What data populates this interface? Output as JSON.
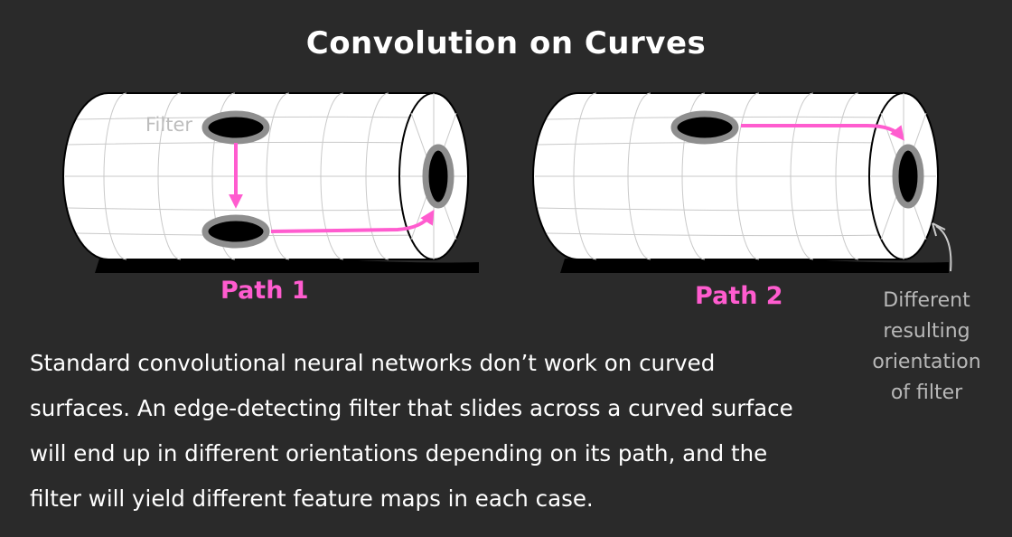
{
  "title": "Convolution on Curves",
  "filter_label": "Filter",
  "path1_label": "Path 1",
  "path2_label": "Path 2",
  "note_lines": [
    "Different",
    "resulting",
    "orientation",
    "of filter"
  ],
  "body_lines": [
    "Standard convolutional neural networks don’t work on curved",
    "surfaces. An edge-detecting filter that slides across a curved surface",
    "will end up in different orientations depending on its path, and the",
    "filter will yield different feature maps in each case."
  ],
  "colors": {
    "background": "#2a2a2a",
    "path": "#ff5ccf",
    "filter_ring": "#8e8e8e",
    "cylinder": "#ffffff"
  }
}
